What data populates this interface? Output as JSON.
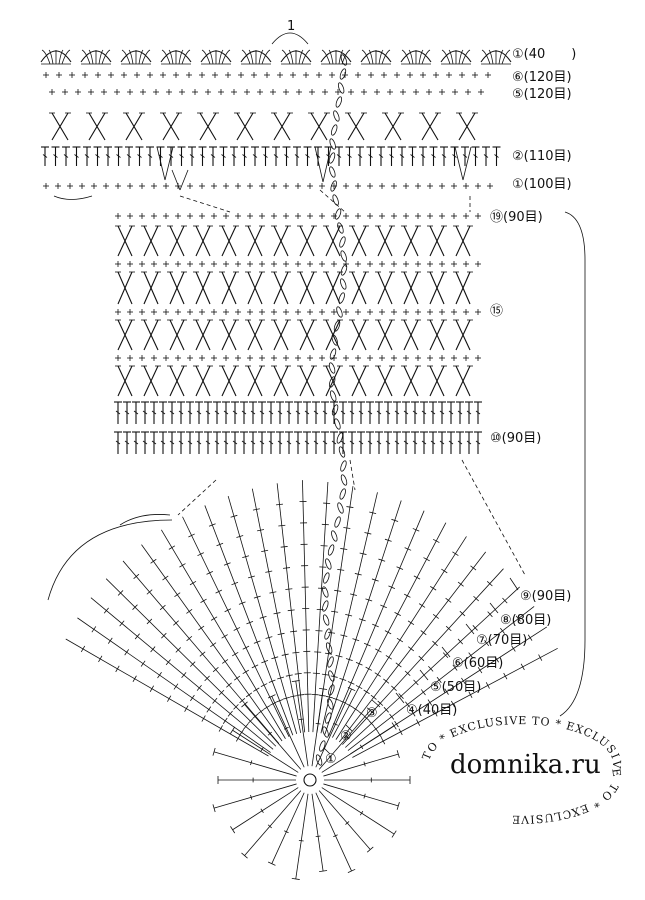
{
  "diagram": {
    "top_marker": "1",
    "row_labels": {
      "yoke_r1_top": "①(40　　)",
      "yoke_r6": "⑥(120目)",
      "yoke_r5": "⑤(120目)",
      "yoke_r2": "②(110目)",
      "yoke_r1": "①(100目)",
      "body_r19": "⑲(90目)",
      "body_r15": "⑮",
      "body_r10": "⑩(90目)",
      "fan_r9": "⑨(90目)",
      "fan_r8": "⑧(80目)",
      "fan_r7": "⑦(70目)",
      "fan_r6": "⑥(60目)",
      "fan_r5": "⑤(50目)",
      "fan_r4": "④(40目)",
      "fan_r3": "③",
      "fan_r2": "②",
      "fan_r1": "①"
    },
    "watermark": {
      "site": "domnika.ru",
      "ring_text": "TO * EXCLUSIVE TO * EXCLUSIVE TO * EXCLUSIVE"
    }
  }
}
